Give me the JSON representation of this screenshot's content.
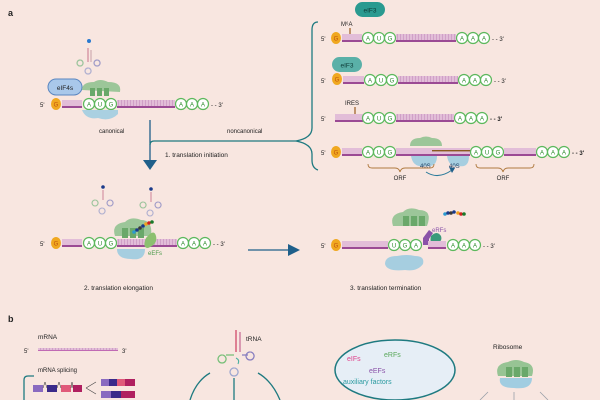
{
  "panel_a": {
    "label": "a",
    "five_prime": "5'",
    "three_prime": "- - 3'",
    "cap": "G",
    "canonical": {
      "factor": "eIF4s",
      "codons": [
        "A",
        "U",
        "G"
      ],
      "polyA": [
        "A",
        "A",
        "A"
      ],
      "label": "canonical"
    },
    "noncanonical_label": "noncanonical",
    "step1": "1.  translation initiation",
    "noncanonical_rows": [
      {
        "factor": "eIF3",
        "mark": "M⁶A",
        "codons": [
          "A",
          "U",
          "G"
        ],
        "polyA": [
          "A",
          "A",
          "A"
        ]
      },
      {
        "factor": "eIF3",
        "codons": [
          "A",
          "U",
          "G"
        ],
        "polyA": [
          "A",
          "A",
          "A"
        ]
      },
      {
        "mark": "IRES",
        "codons": [
          "A",
          "U",
          "G"
        ],
        "polyA": [
          "A",
          "A",
          "A"
        ]
      },
      {
        "codons": [
          "A",
          "U",
          "G"
        ],
        "codons2": [
          "A",
          "U",
          "G"
        ],
        "polyA": [
          "A",
          "A",
          "A"
        ],
        "subunit": "40S",
        "orf": "ORF"
      }
    ],
    "step2": {
      "label": "2. translation elongation",
      "codons": [
        "A",
        "U",
        "G"
      ],
      "polyA": [
        "A",
        "A",
        "A"
      ],
      "factor": "eEFs"
    },
    "step3": {
      "label": "3. translation termination",
      "codons": [
        "U",
        "G",
        "A"
      ],
      "polyA": [
        "A",
        "A",
        "A"
      ],
      "factor": "eRFs"
    }
  },
  "panel_b": {
    "label": "b",
    "mrna": "mRNA",
    "five_prime": "5'",
    "three_prime": "3'",
    "splicing": "mRNA splicing",
    "trna": "tRNA",
    "factors": {
      "eifs": "eIFs",
      "erfs": "eRFs",
      "eefs": "eEFs",
      "aux": "auxiliary factors"
    },
    "ribosome": "Ribosome"
  },
  "colors": {
    "background": "#f8e6e0",
    "mrna": "#9b4a94",
    "mrna_light": "#dcb2d4",
    "codon": "#5cb85c",
    "cap": "#f0a820",
    "large_subunit": "#8cc08c",
    "small_subunit": "#9ccbe0",
    "arrow": "#1f5f8a",
    "teal": "#1e7a80",
    "eif3": "#2a9a90",
    "eif4": "#a9c8ea",
    "erf": "#8a52a8",
    "brace_orange": "#b07a40"
  }
}
